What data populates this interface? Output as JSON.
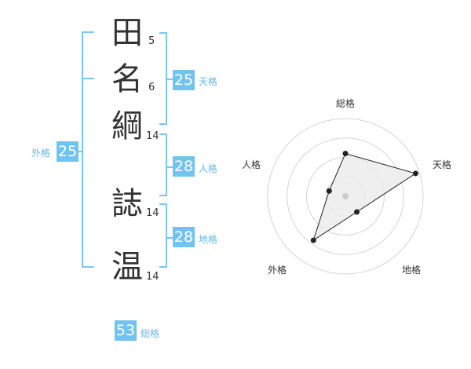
{
  "characters": [
    {
      "char": "田",
      "strokes": "5"
    },
    {
      "char": "名",
      "strokes": "6"
    },
    {
      "char": "綱",
      "strokes": "14"
    },
    {
      "char": "誌",
      "strokes": "14"
    },
    {
      "char": "温",
      "strokes": "14"
    }
  ],
  "kakusu": {
    "tenkaku": {
      "value": "25",
      "label": "天格"
    },
    "jinkaku": {
      "value": "28",
      "label": "人格"
    },
    "chikaku": {
      "value": "28",
      "label": "地格"
    },
    "gaikaku": {
      "value": "25",
      "label": "外格"
    },
    "soukaku": {
      "value": "53",
      "label": "総格"
    }
  },
  "radar": {
    "axes": [
      "総格",
      "天格",
      "地格",
      "外格",
      "人格"
    ],
    "levels": 4,
    "values": [
      0.55,
      0.95,
      0.25,
      0.7,
      0.22
    ],
    "colors": {
      "fill": "#ececec",
      "stroke": "#222222",
      "rings": "#d4d4d4",
      "center": "#cccccc"
    }
  },
  "colors": {
    "accent": "#73c3ef",
    "bracket": "#7bc6f2"
  }
}
